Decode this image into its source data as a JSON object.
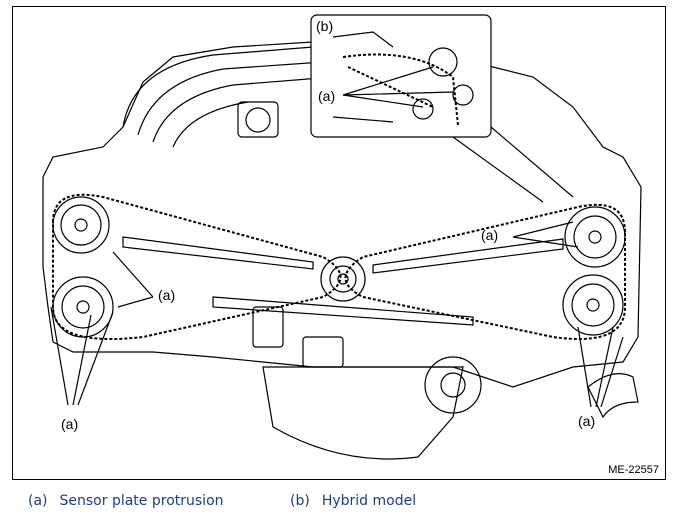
{
  "figure": {
    "id": "ME-22557",
    "callouts": {
      "a": "(a)",
      "b": "(b)"
    }
  },
  "legend": [
    {
      "key": "(a)",
      "text": "Sensor plate protrusion"
    },
    {
      "key": "(b)",
      "text": "Hybrid model"
    }
  ],
  "colors": {
    "legend_text": "#1f3a93",
    "line_art": "#000000"
  }
}
